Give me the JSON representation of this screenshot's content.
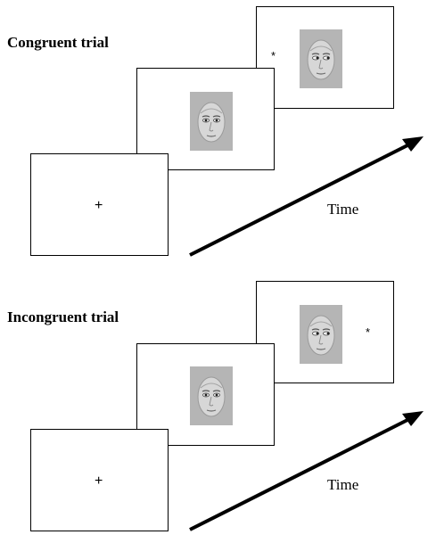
{
  "trials": [
    {
      "title": "Congruent trial",
      "fixation_symbol": "+",
      "cue_symbol": "*",
      "cue_side": "left",
      "time_label": "Time"
    },
    {
      "title": "Incongruent trial",
      "fixation_symbol": "+",
      "cue_symbol": "*",
      "cue_side": "right",
      "time_label": "Time"
    }
  ],
  "gaze_direction": {
    "frame_2": "straight",
    "frame_3": "right"
  },
  "colors": {
    "face_background": "#b5b5b5",
    "frame_border": "#000000",
    "arrow": "#000000"
  },
  "icons": {
    "face_stimulus": "face-icon",
    "time_arrow": "arrow-icon"
  }
}
